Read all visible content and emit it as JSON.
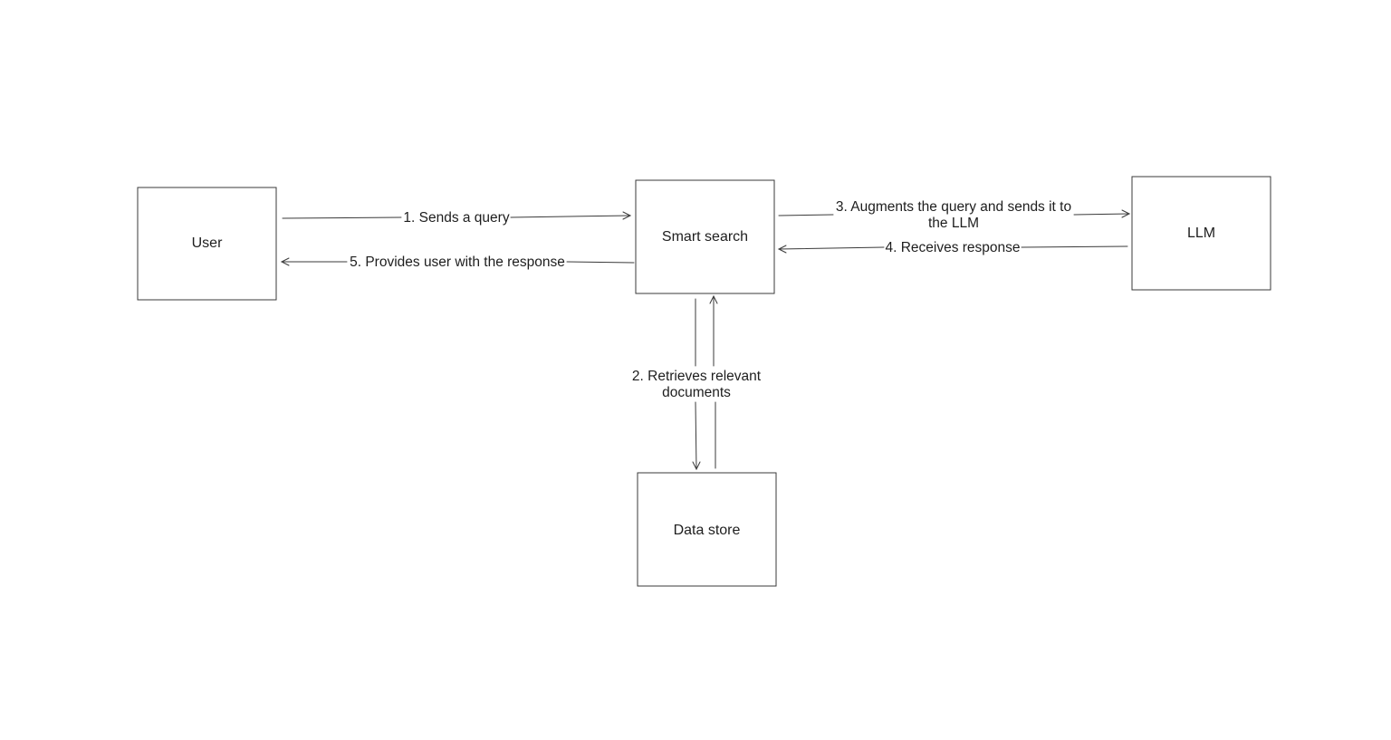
{
  "nodes": {
    "user": "User",
    "smart_search": "Smart search",
    "llm": "LLM",
    "data_store": "Data store"
  },
  "edges": {
    "step1": "1. Sends a query",
    "step2_line1": "2. Retrieves relevant",
    "step2_line2": "documents",
    "step3_line1": "3. Augments the query and sends it to",
    "step3_line2": "the LLM",
    "step4": "4. Receives response",
    "step5": "5. Provides user with the response"
  }
}
